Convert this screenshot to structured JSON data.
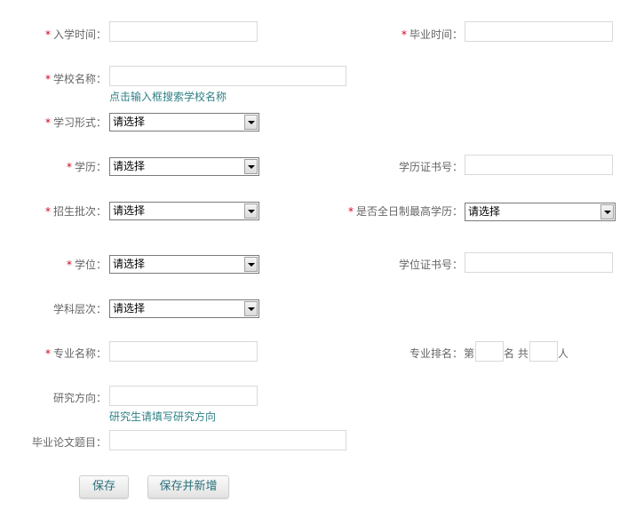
{
  "form": {
    "required_mark": "*",
    "enrollment_time": {
      "label": "入学时间：",
      "value": ""
    },
    "graduation_time": {
      "label": "毕业时间：",
      "value": ""
    },
    "school_name": {
      "label": "学校名称：",
      "value": "",
      "hint": "点击输入框搜索学校名称"
    },
    "study_form": {
      "label": "学习形式：",
      "selected": "请选择"
    },
    "education": {
      "label": "学历：",
      "selected": "请选择"
    },
    "education_cert_no": {
      "label": "学历证书号：",
      "value": ""
    },
    "admission_batch": {
      "label": "招生批次：",
      "selected": "请选择"
    },
    "fulltime_highest": {
      "label": "是否全日制最高学历：",
      "selected": "请选择"
    },
    "degree": {
      "label": "学位：",
      "selected": "请选择"
    },
    "degree_cert_no": {
      "label": "学位证书号：",
      "value": ""
    },
    "discipline_level": {
      "label": "学科层次：",
      "selected": "请选择"
    },
    "major_name": {
      "label": "专业名称：",
      "value": ""
    },
    "major_rank": {
      "label": "专业排名：",
      "prefix": "第",
      "middle": "名 共",
      "suffix": "人",
      "rank": "",
      "total": ""
    },
    "research_direction": {
      "label": "研究方向：",
      "value": "",
      "hint": "研究生请填写研究方向"
    },
    "thesis_title": {
      "label": "毕业论文题目：",
      "value": ""
    }
  },
  "buttons": {
    "save": "保存",
    "save_and_new": "保存并新增"
  }
}
